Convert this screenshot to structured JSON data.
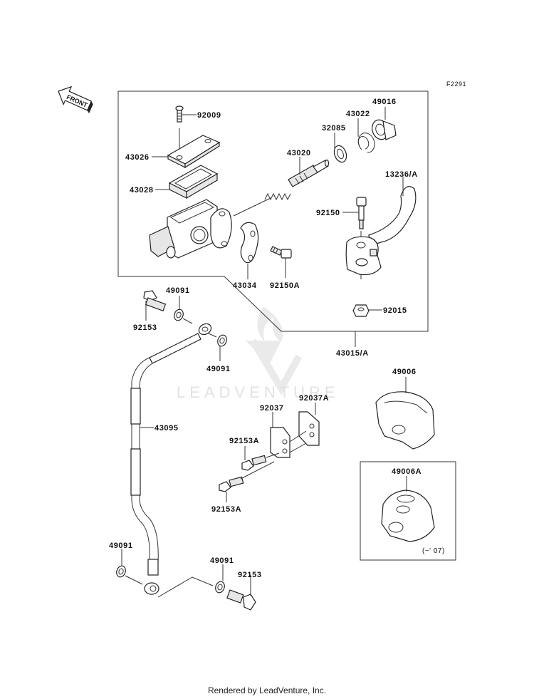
{
  "figure_code": "F2291",
  "front_indicator": "FRONT",
  "watermark": "LEADVENTURE",
  "footer": "Rendered by LeadVenture, Inc.",
  "assembly_label": "43015/A",
  "parts": {
    "p92009": "92009",
    "p43026": "43026",
    "p43028": "43028",
    "p43020": "43020",
    "p32085": "32085",
    "p43022": "43022",
    "p49016": "49016",
    "p13236": "13236/A",
    "p92150": "92150",
    "p43034": "43034",
    "p92150A": "92150A",
    "p92015": "92015",
    "p92153_top": "92153",
    "p49091_top": "49091",
    "p49091_mid": "49091",
    "p43095": "43095",
    "p92037": "92037",
    "p92037A": "92037A",
    "p92153A_upper": "92153A",
    "p92153A_lower": "92153A",
    "p49006": "49006",
    "p49006A": "49006A",
    "p49091_bl": "49091",
    "p49091_br": "49091",
    "p92153_bottom": "92153"
  },
  "variant_note": "(~' 07)"
}
